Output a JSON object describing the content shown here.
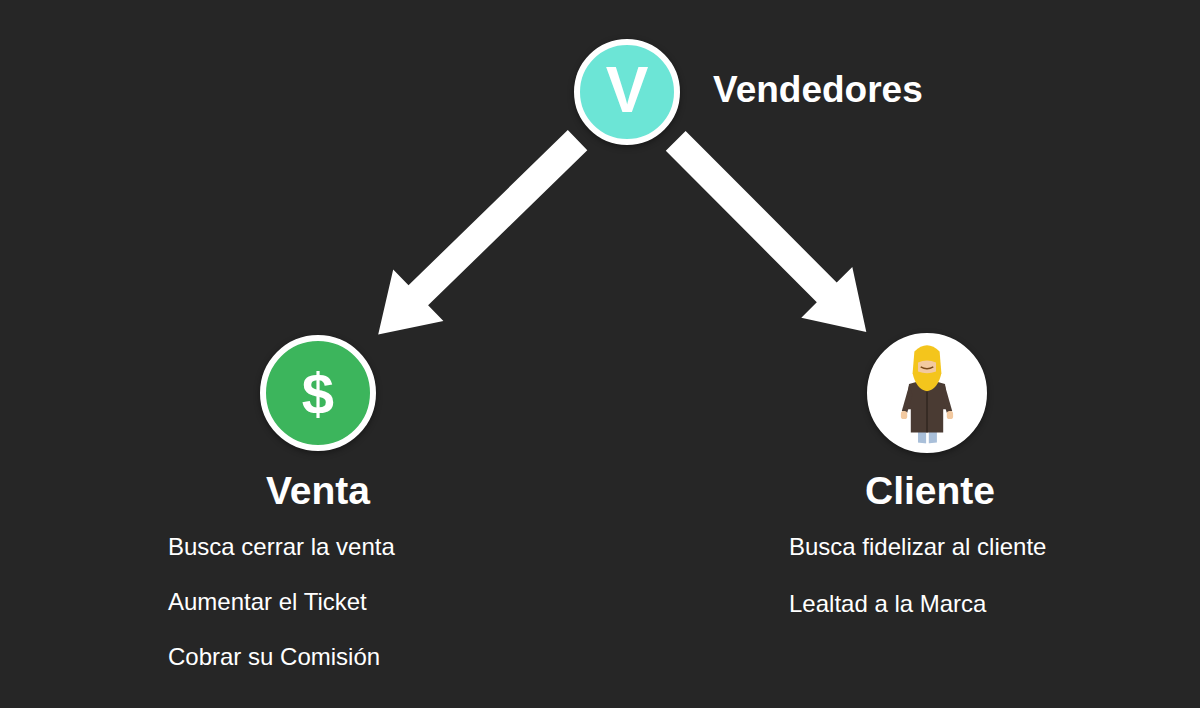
{
  "diagram": {
    "nodes": [
      {
        "text": [
          "V",
          "Vendedores"
        ]
      },
      {
        "text": [
          "$",
          "Venta",
          "Busca cerrar la venta",
          "Aumentar el Ticket",
          "Cobrar su Comisión"
        ]
      },
      {
        "text": [
          "Cliente",
          "Busca fidelizar al cliente",
          "Lealtad a la Marca"
        ]
      }
    ],
    "edges": [
      {
        "from": 0,
        "to": 1,
        "arrow": "to"
      },
      {
        "from": 0,
        "to": 2,
        "arrow": "to"
      }
    ]
  }
}
